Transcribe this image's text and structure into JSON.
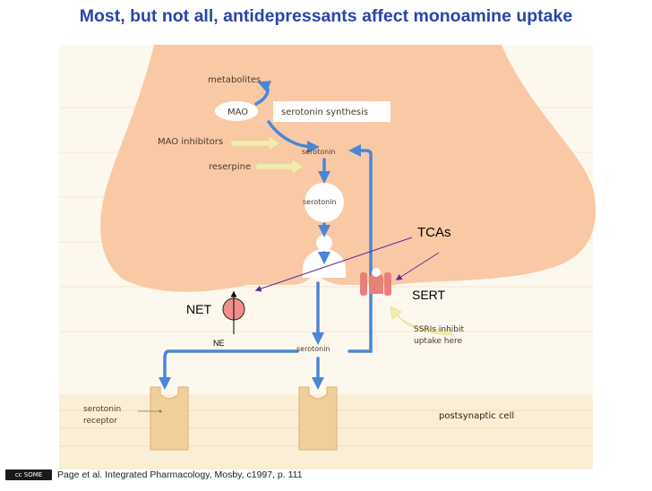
{
  "title": "Most, but not all, antidepressants affect monoamine uptake",
  "labels": {
    "metabolites": "metabolites",
    "mao": "MAO",
    "serotonin_synthesis": "serotonin synthesis",
    "mao_inhibitors": "MAO inhibitors",
    "serotonin_top": "serotonin",
    "reserpine": "reserpine",
    "serotonin_vesicle": "serotonin",
    "tcas": "TCAs",
    "sert": "SERT",
    "net": "NET",
    "ne": "NE",
    "serotonin_cleft": "serotonin",
    "ssris_line1": "SSRIs inhibit",
    "ssris_line2": "uptake here",
    "receptor_line1": "serotonin",
    "receptor_line2": "receptor",
    "postsynaptic_cell": "postsynaptic cell"
  },
  "footer": {
    "license_badge": "cc SOME RIGHTS",
    "citation": "Page et al. Integrated Pharmacology, Mosby, c1997, p. 111"
  },
  "colors": {
    "title": "#2846a8",
    "neuron": "#f9c9a6",
    "postsynaptic": "#fbeed6",
    "receptor": "#f1cf9a",
    "arrow_blue": "#4a86d6",
    "drug_arrow": "#f3ecb0",
    "net_circle": "#f08d8d",
    "sert": "#e8807a",
    "pointer_line": "#5a2d96"
  }
}
